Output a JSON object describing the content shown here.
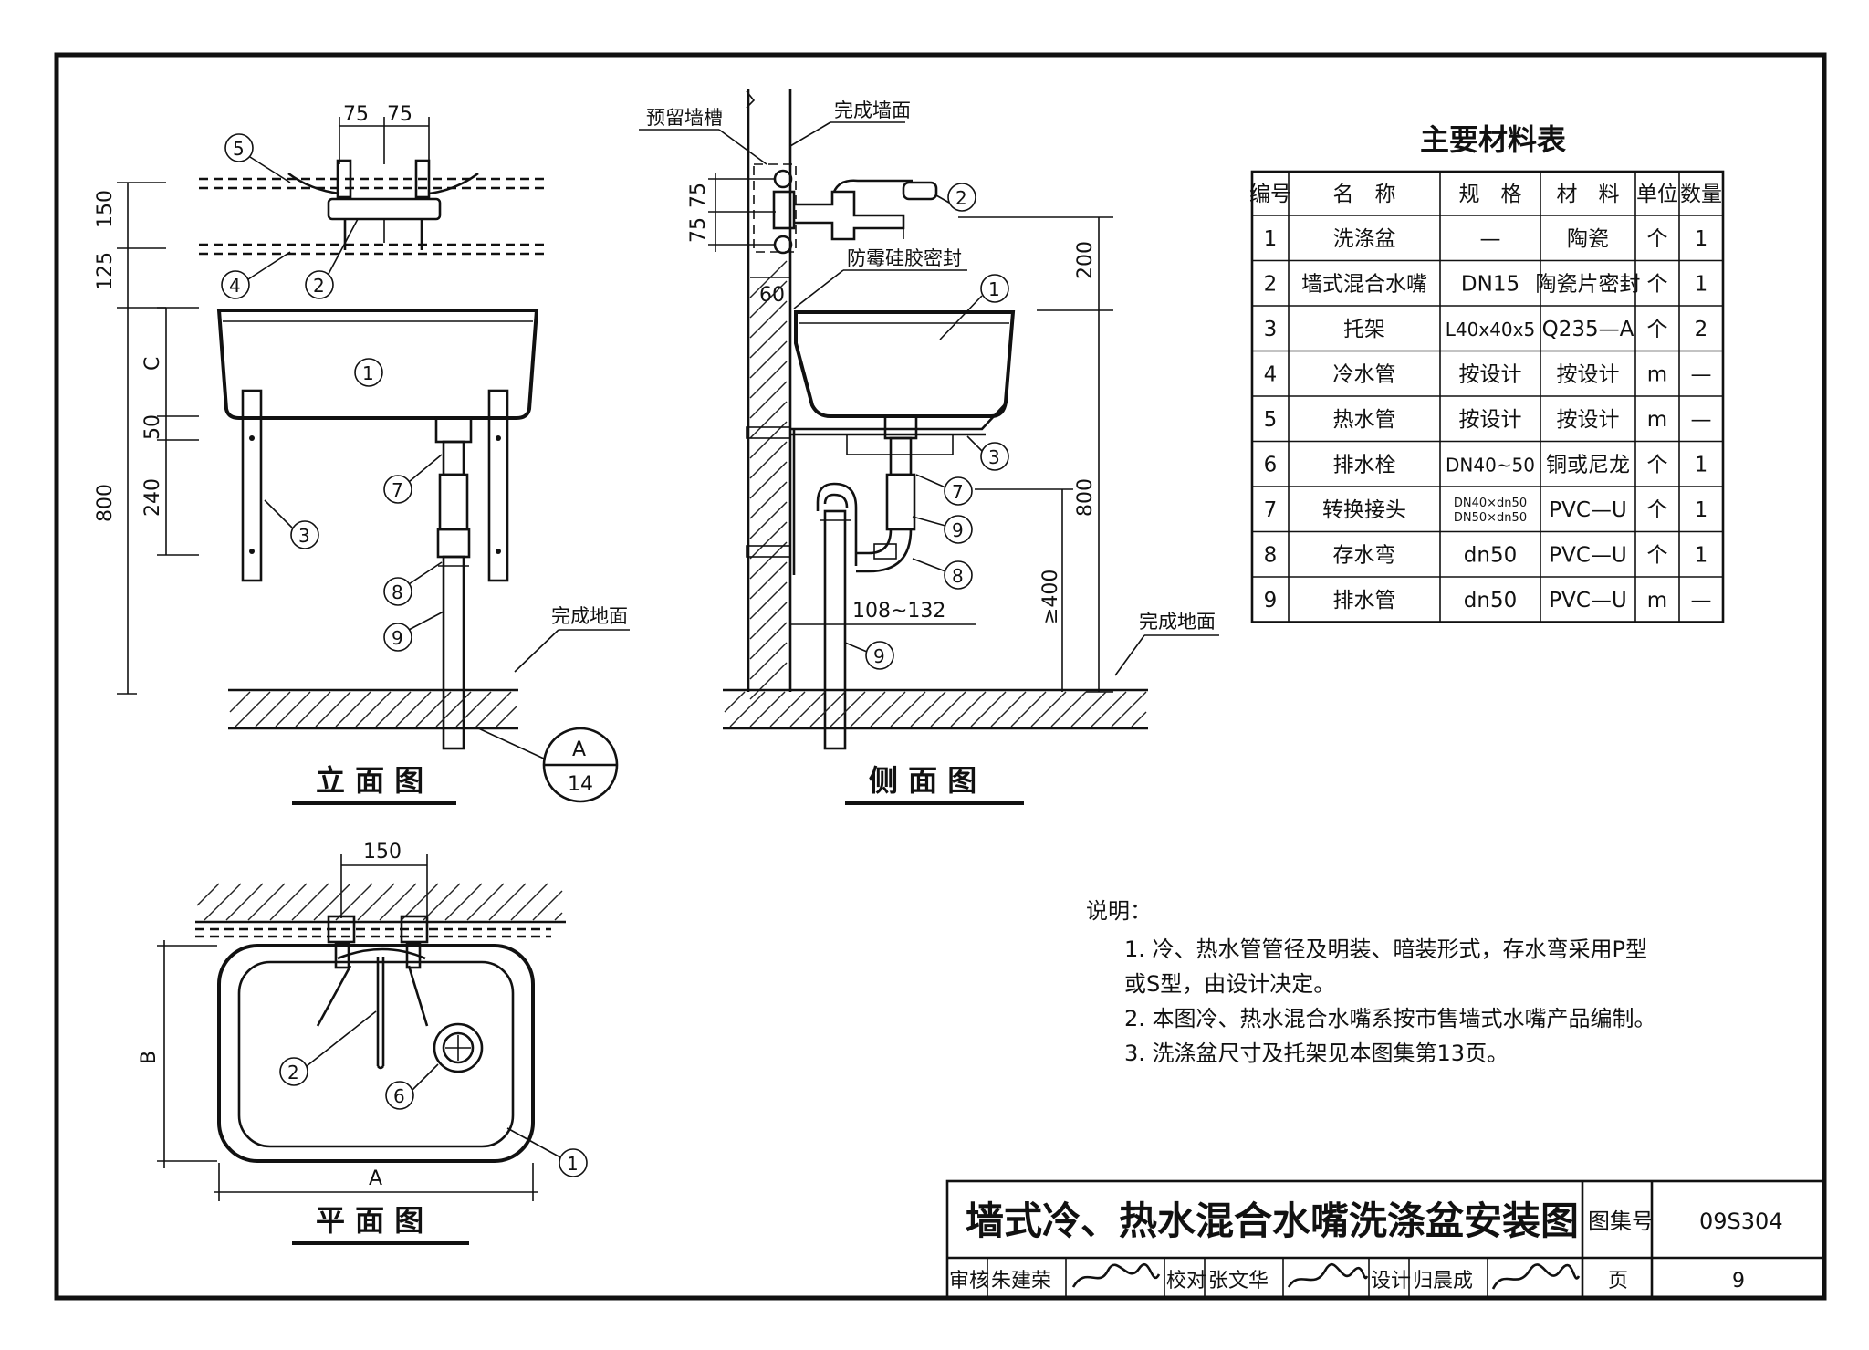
{
  "views": {
    "elevation": {
      "title": "立 面 图",
      "dims": {
        "d75a": "75",
        "d75b": "75",
        "d150": "150",
        "d125": "125",
        "dC": "C",
        "d50": "50",
        "d240": "240",
        "d800": "800"
      },
      "floor_label": "完成地面",
      "detail_ref_top": "A",
      "detail_ref_bottom": "14",
      "callouts": [
        "5",
        "4",
        "2",
        "1",
        "3",
        "7",
        "8",
        "9"
      ]
    },
    "side": {
      "title": "侧 面 图",
      "labels": {
        "reserved_slot": "预留墙槽",
        "finished_wall": "完成墙面",
        "sealant": "防霉硅胶密封",
        "finished_floor": "完成地面"
      },
      "dims": {
        "d75a": "75",
        "d75b": "75",
        "d60": "60",
        "d200": "200",
        "d800": "800",
        "d400": "≥400",
        "d108": "108~132"
      },
      "callouts": [
        "2",
        "1",
        "3",
        "7",
        "9",
        "8",
        "9"
      ]
    },
    "plan": {
      "title": "平 面 图",
      "dims": {
        "d150": "150",
        "dB": "B",
        "dA": "A"
      },
      "callouts": [
        "2",
        "6",
        "1"
      ]
    }
  },
  "materials_table": {
    "title": "主要材料表",
    "headers": [
      "编号",
      "名　称",
      "规　格",
      "材　料",
      "单位",
      "数量"
    ],
    "rows": [
      [
        "1",
        "洗涤盆",
        "—",
        "陶瓷",
        "个",
        "1"
      ],
      [
        "2",
        "墙式混合水嘴",
        "DN15",
        "陶瓷片密封",
        "个",
        "1"
      ],
      [
        "3",
        "托架",
        "L40x40x5",
        "Q235—A",
        "个",
        "2"
      ],
      [
        "4",
        "冷水管",
        "按设计",
        "按设计",
        "m",
        "—"
      ],
      [
        "5",
        "热水管",
        "按设计",
        "按设计",
        "m",
        "—"
      ],
      [
        "6",
        "排水栓",
        "DN40~50",
        "铜或尼龙",
        "个",
        "1"
      ],
      [
        "7",
        "转换接头",
        "DN40×dn50 DN50×dn50",
        "PVC—U",
        "个",
        "1"
      ],
      [
        "8",
        "存水弯",
        "dn50",
        "PVC—U",
        "个",
        "1"
      ],
      [
        "9",
        "排水管",
        "dn50",
        "PVC—U",
        "m",
        "—"
      ]
    ]
  },
  "notes": {
    "heading": "说明：",
    "items": [
      "1.  冷、热水管管径及明装、暗装形式，存水弯采用P型",
      "     或S型，由设计决定。",
      "2.  本图冷、热水混合水嘴系按市售墙式水嘴产品编制。",
      "3.  洗涤盆尺寸及托架见本图集第13页。"
    ]
  },
  "title_block": {
    "title": "墙式冷、热水混合水嘴洗涤盆安装图",
    "atlas_label": "图集号",
    "atlas_no": "09S304",
    "review_label": "审核",
    "reviewer": "朱建荣",
    "check_label": "校对",
    "checker": "张文华",
    "design_label": "设计",
    "designer": "归晨成",
    "page_label": "页",
    "page_no": "9"
  }
}
